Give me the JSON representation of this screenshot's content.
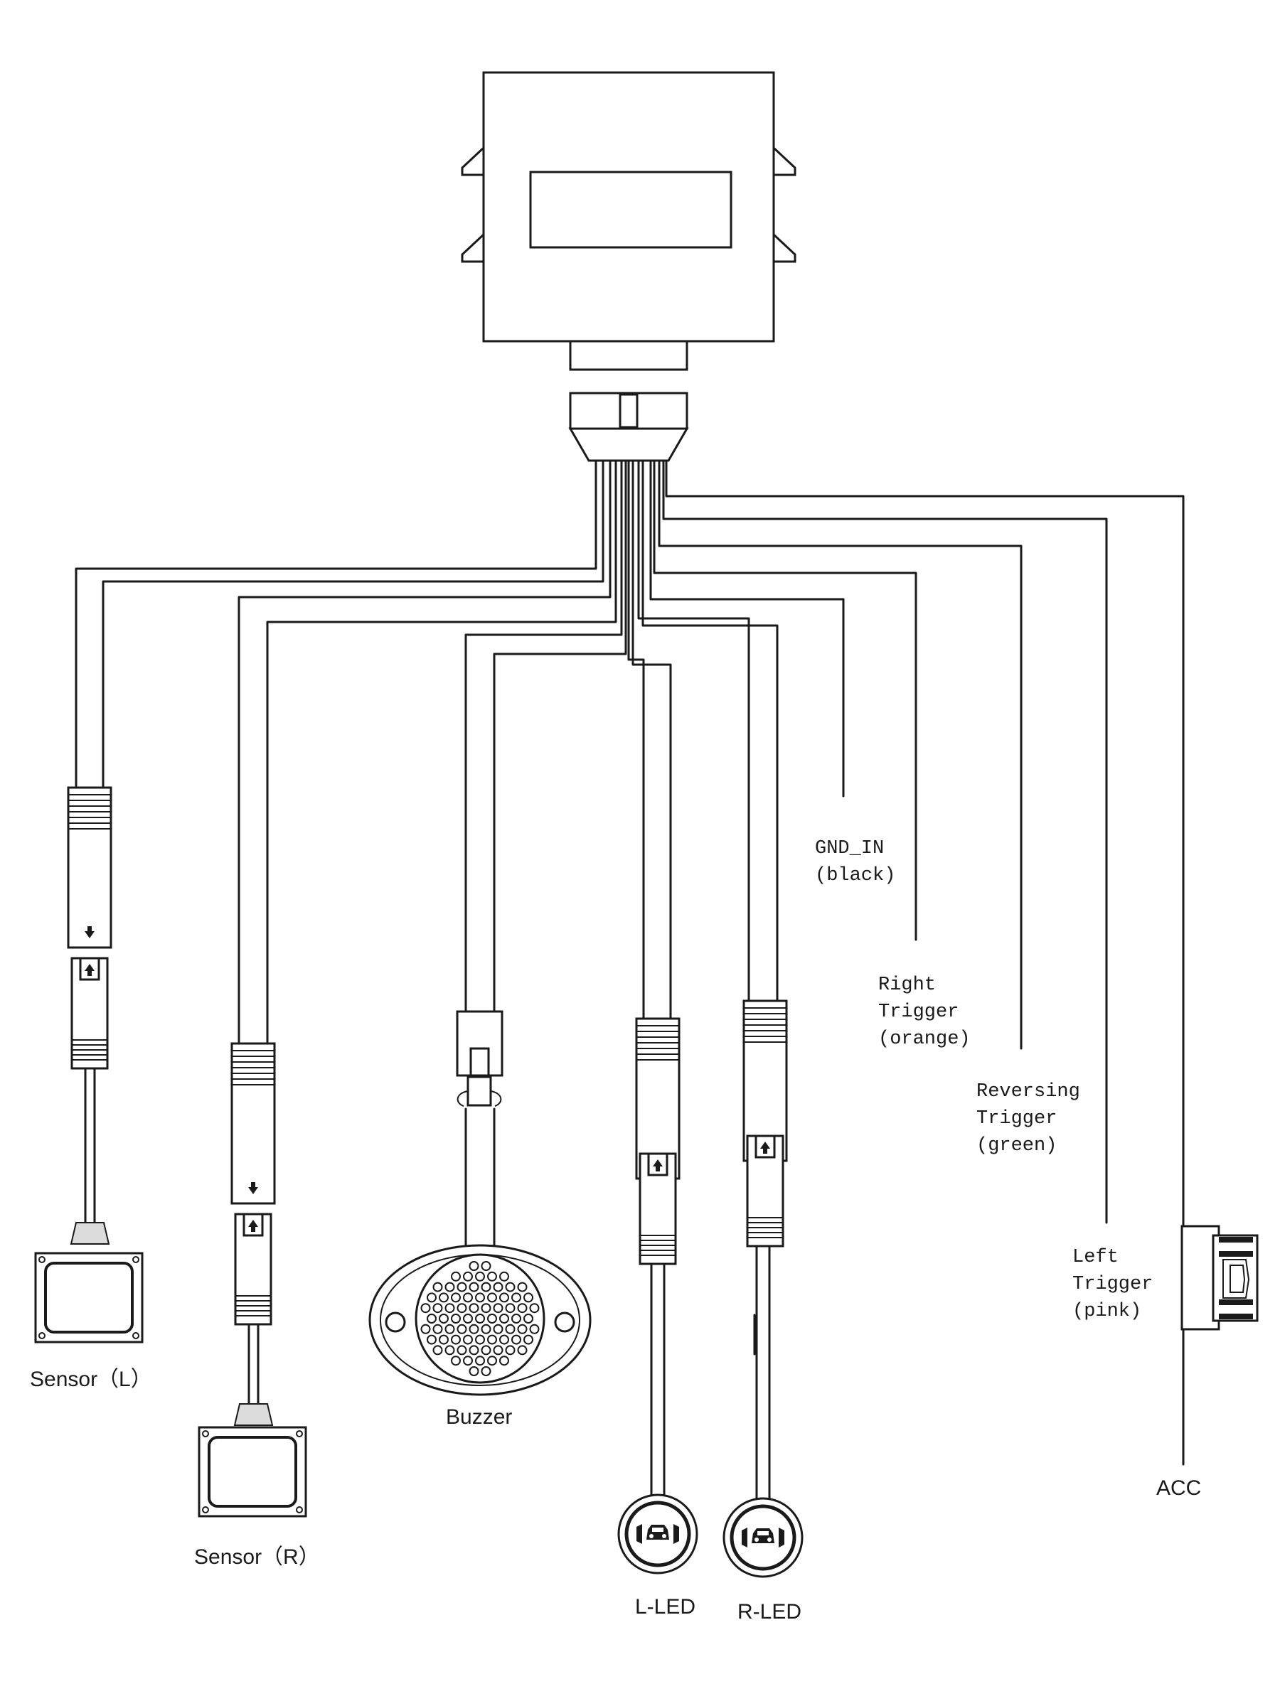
{
  "labels": {
    "gnd_in": [
      "GND_IN",
      "(black)"
    ],
    "right_trigger": [
      "Right",
      "Trigger",
      "(orange)"
    ],
    "reversing_trigger": [
      "Reversing",
      "Trigger",
      "(green)"
    ],
    "left_trigger": [
      "Left",
      "Trigger",
      "(pink)"
    ],
    "acc": "ACC",
    "sensor_l": "Sensor（L）",
    "sensor_r": "Sensor（R）",
    "buzzer": "Buzzer",
    "l_led": "L-LED",
    "r_led": "R-LED"
  }
}
